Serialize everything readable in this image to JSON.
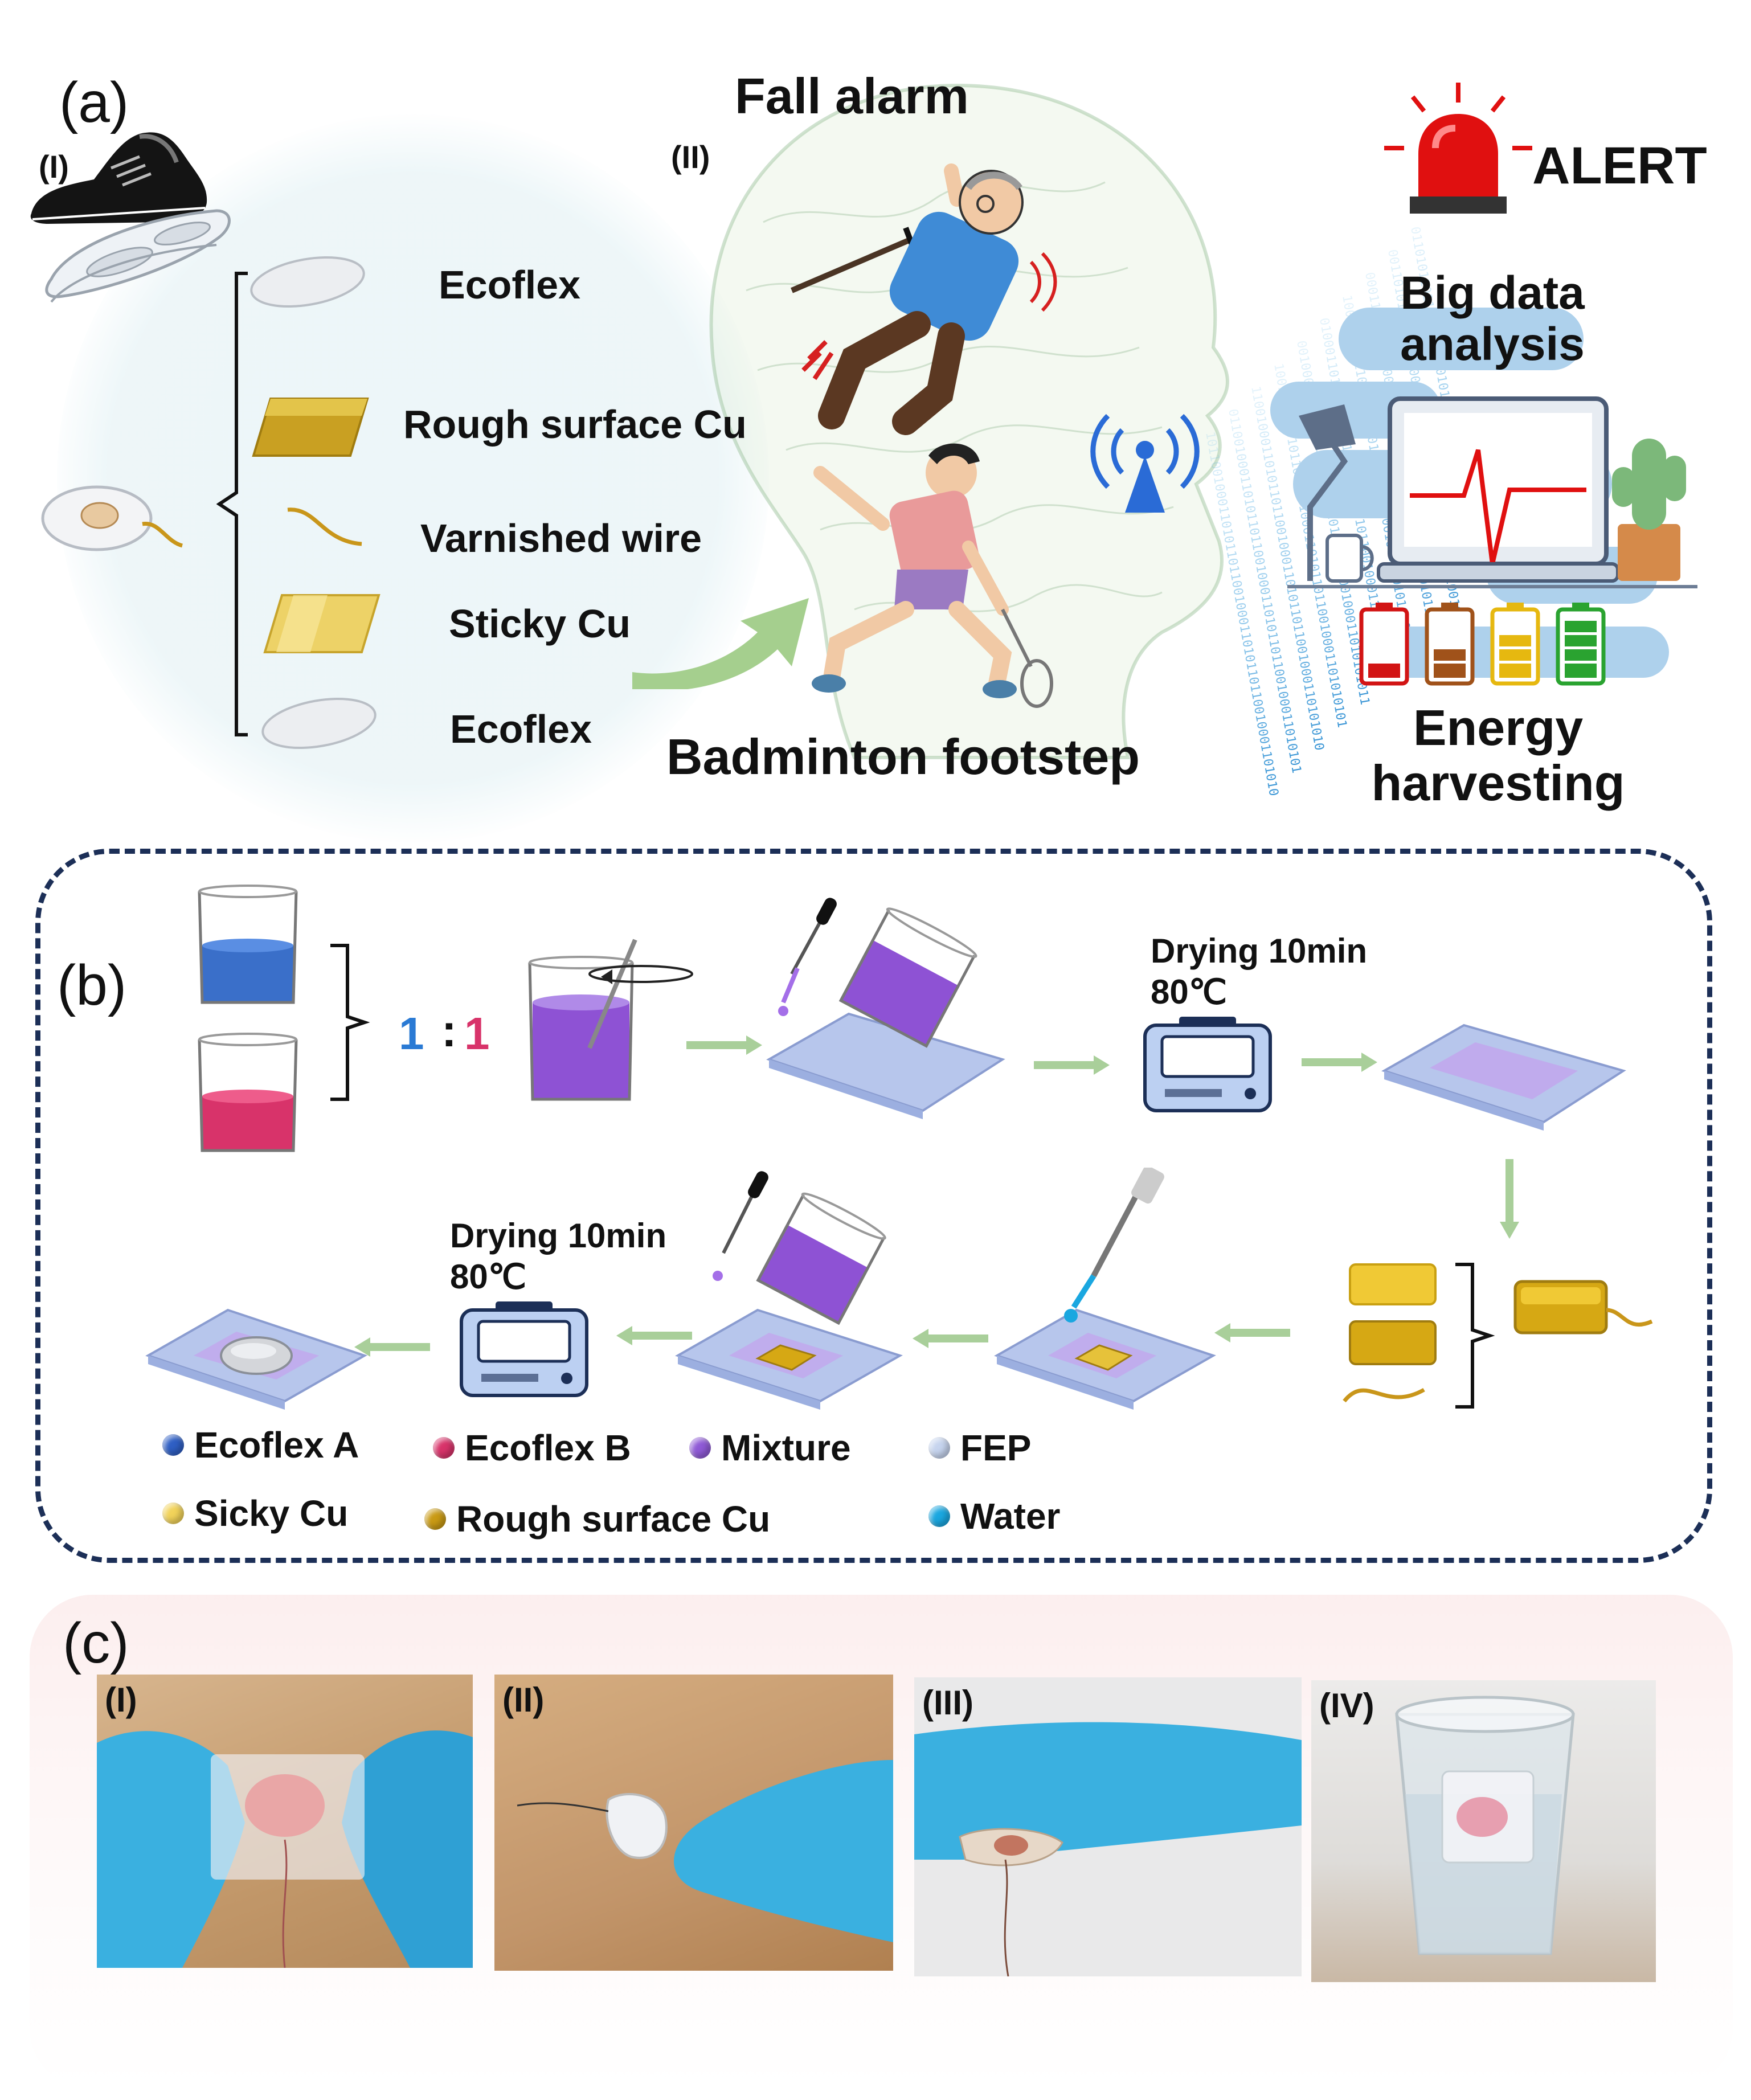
{
  "panel_a": {
    "label": "(a)",
    "sub_i": "(I)",
    "sub_ii": "(II)",
    "fall_alarm": "Fall alarm",
    "alert": "ALERT",
    "big_data": "Big data analysis",
    "energy": "Energy harvesting",
    "badminton": "Badminton footstep",
    "layers": [
      "Ecoflex",
      "Rough surface Cu",
      "Varnished wire",
      "Sticky Cu",
      "Ecoflex"
    ],
    "data_stream": "0101100100011010110110010001101011011001000110101"
  },
  "panel_b": {
    "label": "(b)",
    "ratio_left": "1",
    "ratio_sep": ":",
    "ratio_right": "1",
    "drying_top_1": "Drying 10min",
    "drying_top_2": "80℃",
    "drying_bottom_1": "Drying 10min",
    "drying_bottom_2": "80℃",
    "legend": [
      {
        "name": "Ecoflex A",
        "color": "#2f5fc4"
      },
      {
        "name": "Ecoflex B",
        "color": "#d8336a"
      },
      {
        "name": "Mixture",
        "color": "#8f5ad6"
      },
      {
        "name": "FEP",
        "color": "#c6d4ee"
      },
      {
        "name": "Sicky Cu",
        "color": "#f2d35a"
      },
      {
        "name": "Rough surface Cu",
        "color": "#c99a14"
      },
      {
        "name": "Water",
        "color": "#1aa7e0"
      }
    ]
  },
  "panel_c": {
    "label": "(c)",
    "photos": [
      {
        "label": "(I)"
      },
      {
        "label": "(II)"
      },
      {
        "label": "(III)"
      },
      {
        "label": "(IV)"
      }
    ]
  },
  "colors": {
    "frame": "#1c2f57",
    "arrow": "#a9cf9a",
    "glove": "#3ab0e0",
    "copper": "#d4a81c",
    "alert_red": "#e01010"
  }
}
